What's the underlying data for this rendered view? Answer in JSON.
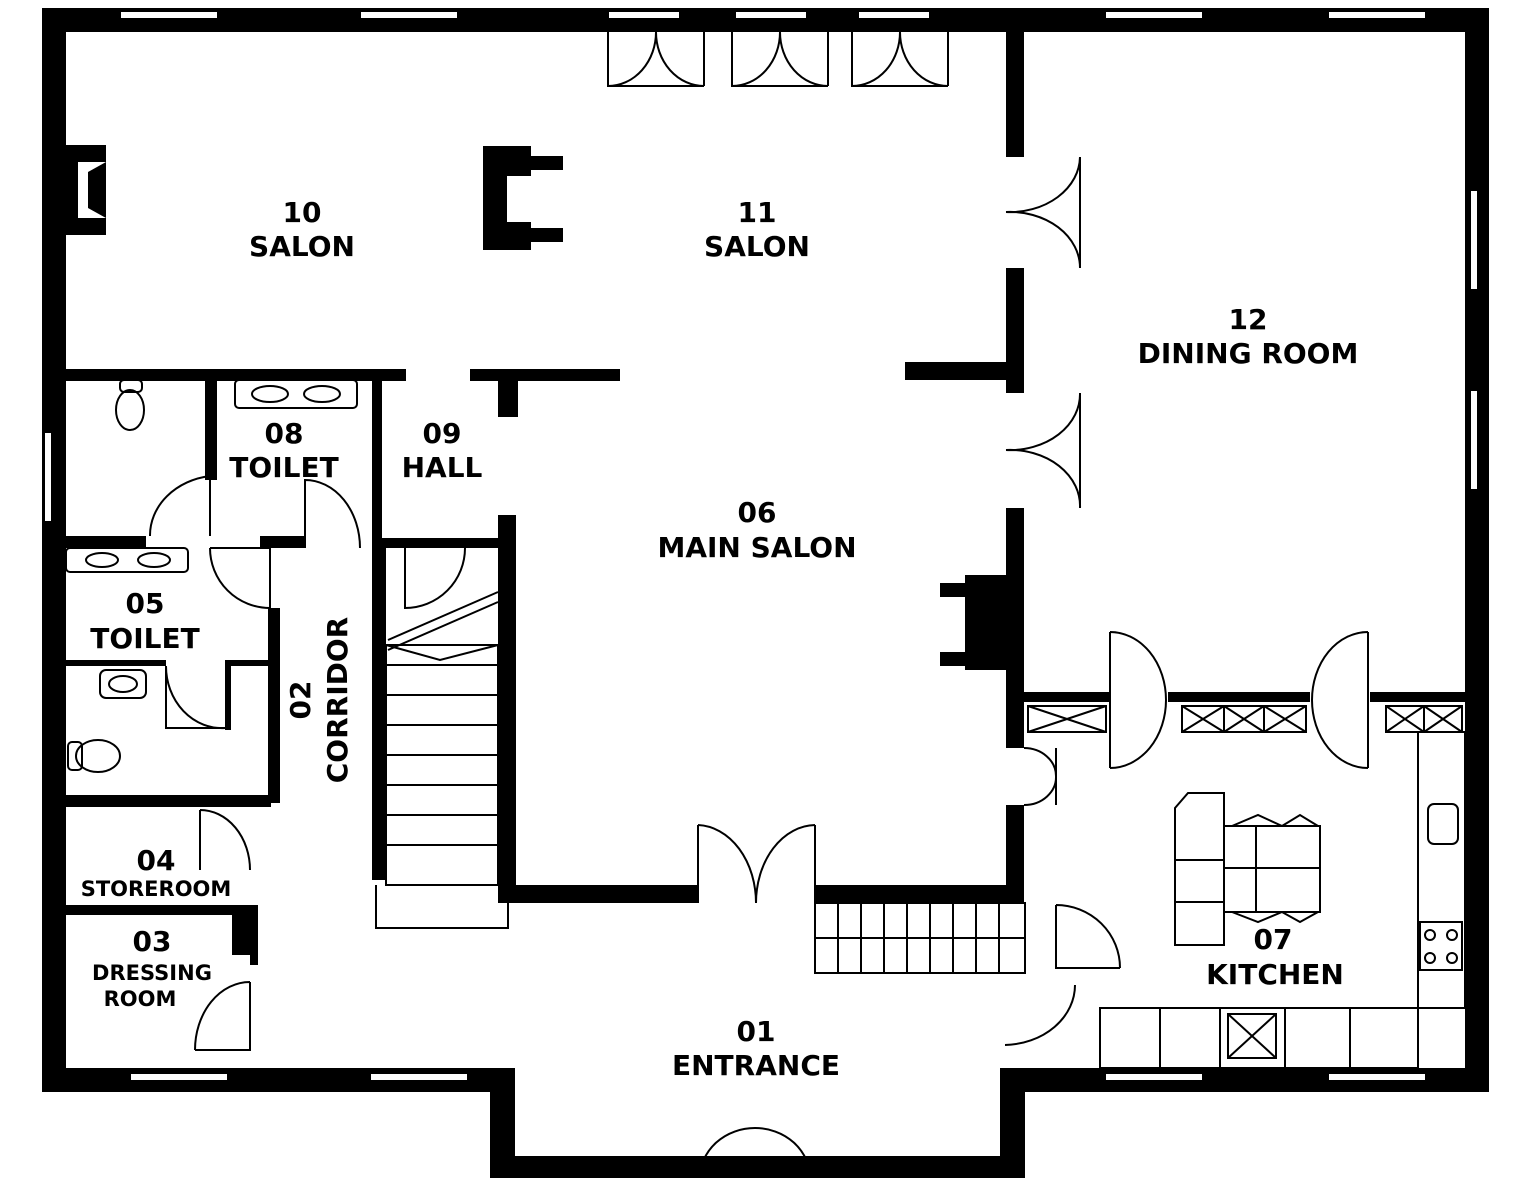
{
  "colors": {
    "wall": "#000000",
    "background": "#ffffff",
    "window": "#ffffff"
  },
  "rooms": [
    {
      "id": "r01",
      "number": "01",
      "name": "ENTRANCE"
    },
    {
      "id": "r02",
      "number": "02",
      "name": "CORRIDOR"
    },
    {
      "id": "r03",
      "number": "03",
      "name": "DRESSING",
      "name2": "ROOM"
    },
    {
      "id": "r04",
      "number": "04",
      "name": "STOREROOM"
    },
    {
      "id": "r05",
      "number": "05",
      "name": "TOILET"
    },
    {
      "id": "r06",
      "number": "06",
      "name": "MAIN SALON"
    },
    {
      "id": "r07",
      "number": "07",
      "name": "KITCHEN"
    },
    {
      "id": "r08",
      "number": "08",
      "name": "TOILET"
    },
    {
      "id": "r09",
      "number": "09",
      "name": "HALL"
    },
    {
      "id": "r10",
      "number": "10",
      "name": "SALON"
    },
    {
      "id": "r11",
      "number": "11",
      "name": "SALON"
    },
    {
      "id": "r12",
      "number": "12",
      "name": "DINING ROOM"
    }
  ]
}
